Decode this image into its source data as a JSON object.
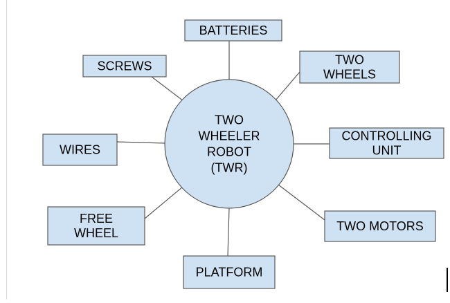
{
  "diagram": {
    "center": {
      "lines": [
        "TWO",
        "WHEELER",
        "ROBOT",
        "(TWR)"
      ],
      "fill": "#cfe2f3",
      "stroke": "#595959"
    },
    "nodes": [
      {
        "id": "batteries",
        "lines": [
          "BATTERIES"
        ]
      },
      {
        "id": "two-wheels",
        "lines": [
          "TWO",
          "WHEELS"
        ]
      },
      {
        "id": "controlling-unit",
        "lines": [
          "CONTROLLING",
          "UNIT"
        ]
      },
      {
        "id": "two-motors",
        "lines": [
          "TWO MOTORS"
        ]
      },
      {
        "id": "platform",
        "lines": [
          "PLATFORM"
        ]
      },
      {
        "id": "free-wheel",
        "lines": [
          "FREE",
          "WHEEL"
        ]
      },
      {
        "id": "wires",
        "lines": [
          "WIRES"
        ]
      },
      {
        "id": "screws",
        "lines": [
          "SCREWS"
        ]
      }
    ],
    "box_fill": "#cfe2f3",
    "box_stroke": "#595959",
    "connector_color": "#595959"
  }
}
